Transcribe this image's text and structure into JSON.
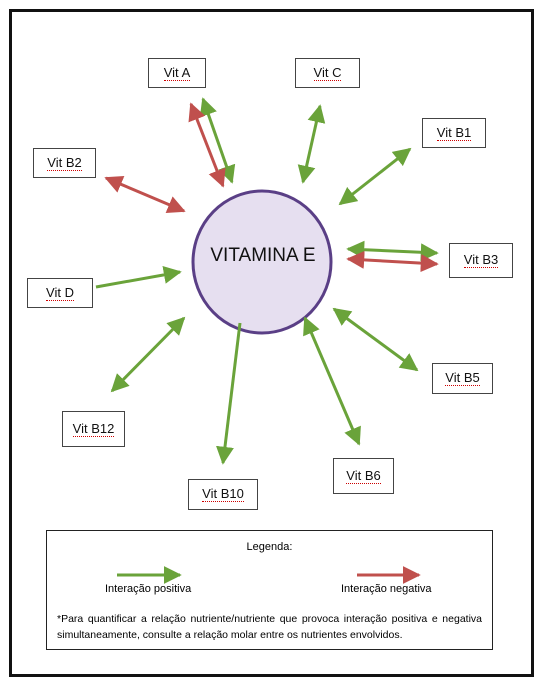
{
  "center": {
    "label": "VITAMINA E"
  },
  "nodes": [
    {
      "id": "vit-a",
      "label": "Vit A"
    },
    {
      "id": "vit-c",
      "label": "Vit C"
    },
    {
      "id": "vit-b1",
      "label": "Vit B1"
    },
    {
      "id": "vit-b2",
      "label": "Vit B2"
    },
    {
      "id": "vit-b3",
      "label": "Vit B3"
    },
    {
      "id": "vit-d",
      "label": "Vit D"
    },
    {
      "id": "vit-b5",
      "label": "Vit B5"
    },
    {
      "id": "vit-b12",
      "label": "Vit B12"
    },
    {
      "id": "vit-b6",
      "label": "Vit B6"
    },
    {
      "id": "vit-b10",
      "label": "Vit B10"
    }
  ],
  "interactions": [
    {
      "node": "Vit A",
      "type": "positive"
    },
    {
      "node": "Vit A",
      "type": "negative"
    },
    {
      "node": "Vit C",
      "type": "positive"
    },
    {
      "node": "Vit B1",
      "type": "positive"
    },
    {
      "node": "Vit B2",
      "type": "negative"
    },
    {
      "node": "Vit B3",
      "type": "positive"
    },
    {
      "node": "Vit B3",
      "type": "negative"
    },
    {
      "node": "Vit D",
      "type": "positive"
    },
    {
      "node": "Vit B5",
      "type": "positive"
    },
    {
      "node": "Vit B12",
      "type": "positive"
    },
    {
      "node": "Vit B6",
      "type": "positive"
    },
    {
      "node": "Vit B10",
      "type": "positive"
    }
  ],
  "legend": {
    "title": "Legenda:",
    "positive_label": "Interação positiva",
    "negative_label": "Interação negativa",
    "note": "*Para quantificar a relação nutriente/nutriente que provoca interação positiva e negativa simultaneamente, consulte a relação molar entre os nutrientes envolvidos."
  },
  "colors": {
    "positive": "#6aa33a",
    "negative": "#c0504d",
    "circle_fill": "#e6dff0",
    "circle_stroke": "#5a3f86"
  }
}
